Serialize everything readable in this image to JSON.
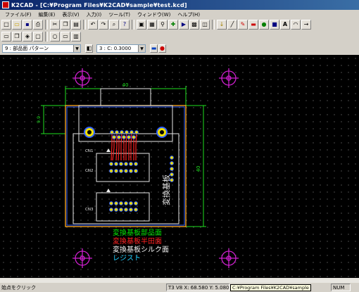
{
  "window": {
    "title": "K2CAD - [C:¥Program Files¥K2CAD¥sample¥test.kcd]"
  },
  "menu": [
    "ファイル(F)",
    "編集(E)",
    "表示(V)",
    "入力(I)",
    "ツール(T)",
    "ウィンドウ(W)",
    "ヘルプ(H)"
  ],
  "toolbar1": [
    "new-icon",
    "open-icon",
    "save-icon",
    "print-icon",
    "cut-icon",
    "copy-icon",
    "paste-icon",
    "undo-icon",
    "redo-icon",
    "find-icon",
    "help-icon",
    "layer-icon",
    "layer2-icon",
    "snap-icon",
    "move-icon",
    "rotate-icon",
    "grid-icon",
    "mirror-icon",
    "pin-icon",
    "line-icon",
    "pen-icon",
    "fill-icon",
    "circle-icon",
    "rect-icon",
    "text-icon",
    "arc-icon",
    "arrow-icon"
  ],
  "toolbar2": [
    "page-icon",
    "copy-sheet-icon",
    "zoom-fit-icon",
    "sheet-icon",
    "stop-icon",
    "frame-icon",
    "grid-select-icon"
  ],
  "layer_selector": {
    "value": "9 : 部品面 パターン"
  },
  "pen_selector": {
    "value": "3 : C: 0.3000"
  },
  "canvas": {
    "dimensions": {
      "top": "40",
      "side": "40",
      "small": "9.9"
    },
    "board_label": "変換基板",
    "connector_labels": [
      "CN1",
      "CN2",
      "CN3"
    ],
    "legend": [
      {
        "text": "変換基板部品面",
        "color": "#00e000"
      },
      {
        "text": "変換基板半田面",
        "color": "#ff2020"
      },
      {
        "text": "変換基板シルク面",
        "color": "#f0f0f0"
      },
      {
        "text": "レジスト",
        "color": "#20d0ff"
      }
    ]
  },
  "status": {
    "message": "始点をクリック",
    "coords": "T3 V8 X: 68.580 Y: 5.080 T",
    "mode": "NUM"
  },
  "tooltip": "C:¥Program Files¥K2CAD¥sample"
}
